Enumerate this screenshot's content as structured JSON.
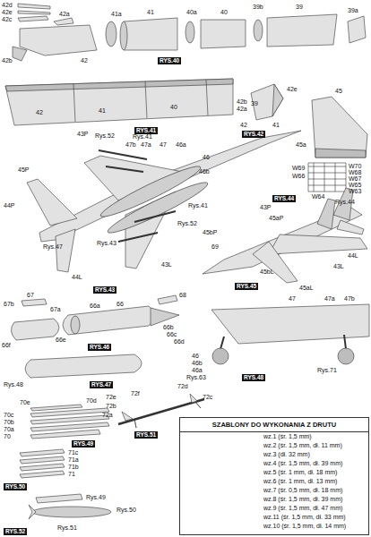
{
  "diagram": {
    "nodes": [
      {
        "text": [
          "SZABLONY DO WYKONANIA Z DRUTU"
        ]
      }
    ],
    "labels": [
      "42d",
      "42e",
      "42c",
      "42a",
      "42b",
      "42",
      "41a",
      "41",
      "40a",
      "40",
      "39b",
      "39",
      "39a",
      "RYS.40",
      "42",
      "41",
      "40",
      "39",
      "RYS.41",
      "42e",
      "42b",
      "42a",
      "42",
      "41",
      "RYS.42",
      "45",
      "45a",
      "W70",
      "W68",
      "W69",
      "W67",
      "W66",
      "W65",
      "W64",
      "W63",
      "RYS.44",
      "43P",
      "Rys.52",
      "47b",
      "47a",
      "Rys.41",
      "47",
      "46a",
      "45P",
      "46",
      "46b",
      "Rys.41",
      "44P",
      "Rys.52",
      "Rys.47",
      "Rys.43",
      "44L",
      "43L",
      "RYS.43",
      "43P",
      "45aP",
      "Rys.44",
      "45bP",
      "69",
      "45bL",
      "45aL",
      "44L",
      "43L",
      "RYS.45",
      "67",
      "67b",
      "67a",
      "66e",
      "66a",
      "66",
      "68",
      "66b",
      "66c",
      "66d",
      "66f",
      "RYS.46",
      "Rys.48",
      "RYS.47",
      "47",
      "47a",
      "47b",
      "46",
      "46b",
      "46a",
      "Rys.63",
      "RYS.48",
      "Rys.71",
      "70e",
      "70d",
      "70c",
      "70b",
      "70a",
      "70",
      "RYS.49",
      "71c",
      "71a",
      "71b",
      "71",
      "RYS.50",
      "Rys.49",
      "Rys.50",
      "Rys.51",
      "RYS.52",
      "72e",
      "72f",
      "72d",
      "72c",
      "72b",
      "72a",
      "RYS.51",
      "wz.1 (śr. 1,5 mm)",
      "wz.2 (śr. 1,5 mm, dł. 11 mm)",
      "wz.3 (dł. 32 mm)",
      "wz.4 (śr. 1,5 mm, dł. 39 mm)",
      "wz.5 (śr. 1 mm, dł. 18 mm)",
      "wz.6 (śr. 1 mm, dł. 13 mm)",
      "wz.7 (śr. 0,5 mm, dł. 18 mm)",
      "wz.8 (śr. 1,5 mm, dł. 39 mm)",
      "wz.9 (śr. 1,5 mm, dł. 47 mm)",
      "wz.11 (śr. 1,5 mm, dł. 33 mm)",
      "wz.10 (śr. 1,5 mm, dł. 14 mm)"
    ]
  }
}
